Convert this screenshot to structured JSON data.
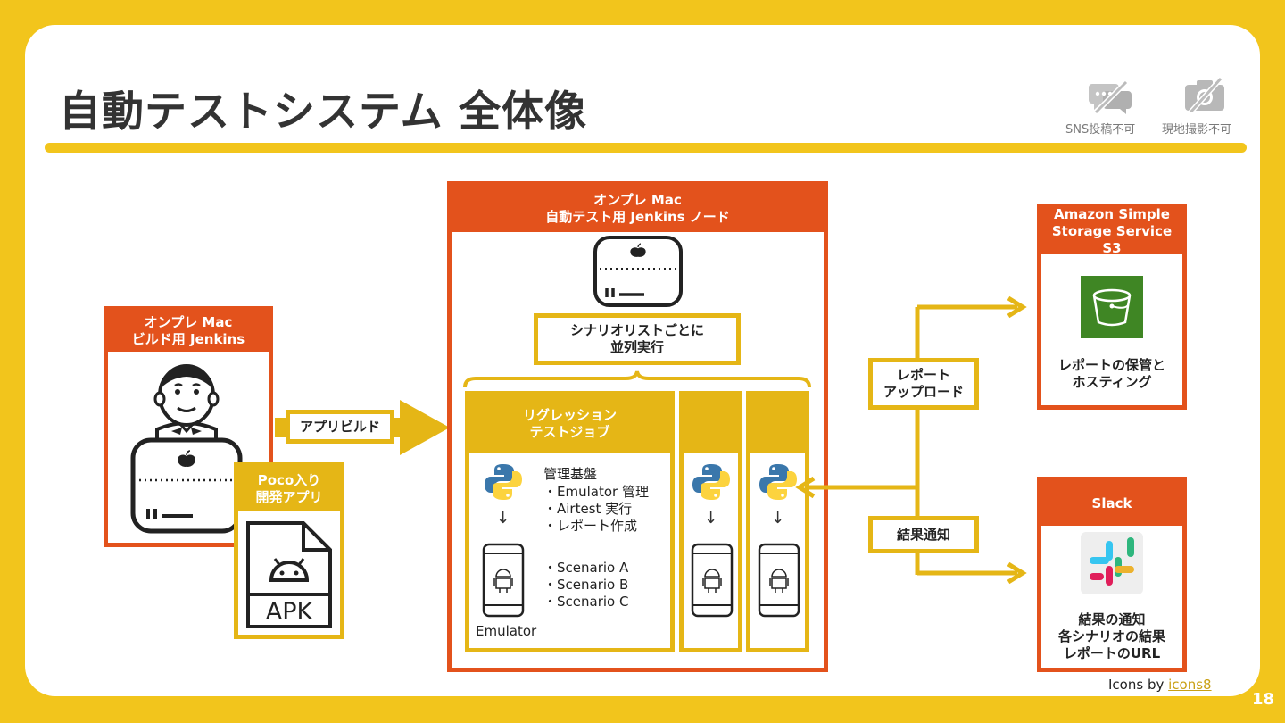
{
  "slide": {
    "title": "自動テストシステム 全体像",
    "page_number": "18",
    "notices": [
      {
        "label": "SNS投稿不可",
        "icon": "no-sns-icon"
      },
      {
        "label": "現地撮影不可",
        "icon": "no-camera-icon"
      }
    ],
    "credit_prefix": "Icons by ",
    "credit_link": "icons8"
  },
  "build_node": {
    "title_line1": "オンプレ Mac",
    "title_line2": "ビルド用 Jenkins"
  },
  "poco_app": {
    "title_line1": "Poco入り",
    "title_line2": "開発アプリ",
    "file_label": "APK"
  },
  "arrow_build": {
    "label": "アプリビルド"
  },
  "test_node": {
    "title_line1": "オンプレ Mac",
    "title_line2": "自動テスト用 Jenkins ノード",
    "parallel_line1": "シナリオリストごとに",
    "parallel_line2": "並列実行"
  },
  "regression_job": {
    "title_line1": "リグレッション",
    "title_line2": "テストジョブ",
    "mgmt_title": "管理基盤",
    "mgmt_items": [
      "・Emulator 管理",
      "・Airtest 実行",
      "・レポート作成"
    ],
    "scenarios": [
      "・Scenario A",
      "・Scenario B",
      "・Scenario C"
    ],
    "emulator_label": "Emulator"
  },
  "report_upload": {
    "line1": "レポート",
    "line2": "アップロード"
  },
  "notify": {
    "label": "結果通知"
  },
  "s3": {
    "title_line1": "Amazon Simple",
    "title_line2": "Storage Service S3",
    "desc_line1": "レポートの保管と",
    "desc_line2": "ホスティング"
  },
  "slack": {
    "title": "Slack",
    "desc_line1": "結果の通知",
    "desc_line2": "各シナリオの結果",
    "desc_line3": "レポートのURL"
  },
  "colors": {
    "background": "#f2c51c",
    "orange": "#e3521c",
    "yellow": "#e5b616",
    "s3_green": "#3f8624"
  }
}
